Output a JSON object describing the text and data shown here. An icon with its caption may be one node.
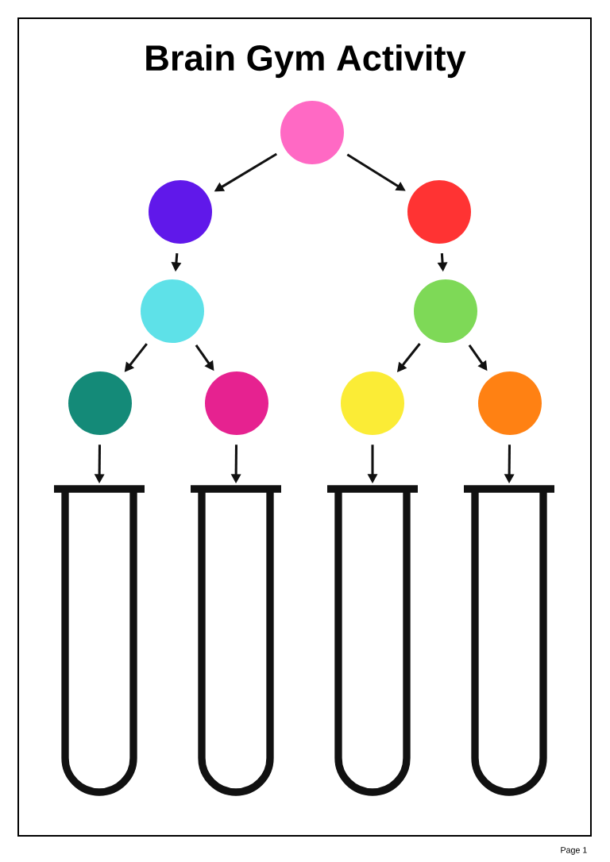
{
  "diagram": {
    "title": "Brain Gym Activity",
    "nodes": [
      {
        "text": [],
        "shape": "circle"
      },
      {
        "text": [],
        "shape": "circle"
      },
      {
        "text": [],
        "shape": "circle"
      },
      {
        "text": [],
        "shape": "circle"
      },
      {
        "text": [],
        "shape": "circle"
      },
      {
        "text": [],
        "shape": "circle"
      },
      {
        "text": [],
        "shape": "circle"
      },
      {
        "text": [],
        "shape": "circle"
      },
      {
        "text": [],
        "shape": "circle"
      },
      {
        "text": [],
        "shape": "picture"
      },
      {
        "text": [],
        "shape": "picture"
      },
      {
        "text": [],
        "shape": "picture"
      },
      {
        "text": [],
        "shape": "picture"
      }
    ],
    "edges": [
      {
        "from": 0,
        "to": 1,
        "arrow": "to"
      },
      {
        "from": 0,
        "to": 2,
        "arrow": "to"
      },
      {
        "from": 1,
        "to": 3,
        "arrow": "to"
      },
      {
        "from": 2,
        "to": 4,
        "arrow": "to"
      },
      {
        "from": 3,
        "to": 5,
        "arrow": "to"
      },
      {
        "from": 3,
        "to": 6,
        "arrow": "to"
      },
      {
        "from": 4,
        "to": 7,
        "arrow": "to"
      },
      {
        "from": 4,
        "to": 8,
        "arrow": "to"
      },
      {
        "from": 5,
        "to": 9,
        "arrow": "to"
      },
      {
        "from": 6,
        "to": 10,
        "arrow": "to"
      },
      {
        "from": 7,
        "to": 11,
        "arrow": "to"
      },
      {
        "from": 8,
        "to": 12,
        "arrow": "to"
      }
    ],
    "labels": [
      "Page 1"
    ]
  }
}
